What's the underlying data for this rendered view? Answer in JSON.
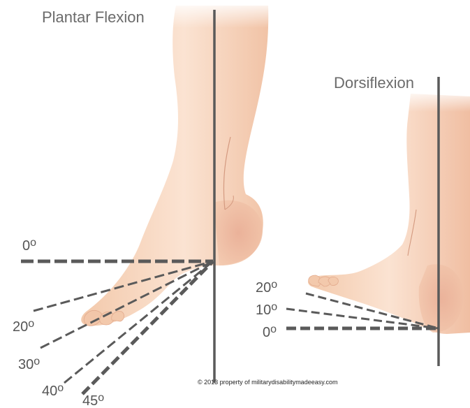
{
  "plantar": {
    "title": "Plantar Flexion",
    "labels": [
      {
        "num": "0",
        "sym": "o"
      },
      {
        "num": "20",
        "sym": "o"
      },
      {
        "num": "30",
        "sym": "o"
      },
      {
        "num": "40",
        "sym": "o"
      },
      {
        "num": "45",
        "sym": "o"
      }
    ]
  },
  "dorsi": {
    "title": "Dorsiflexion",
    "labels": [
      {
        "num": "20",
        "sym": "o"
      },
      {
        "num": "10",
        "sym": "o"
      },
      {
        "num": "0",
        "sym": "o"
      }
    ]
  },
  "copyright": "© 2013 property of militarydisabilitymadeeasy.com",
  "colors": {
    "skin_light": "#f9e0cd",
    "skin_mid": "#f2c7a9",
    "skin_dark": "#e6a88f",
    "line": "#5a5a5a",
    "text": "#6b6b6b"
  }
}
